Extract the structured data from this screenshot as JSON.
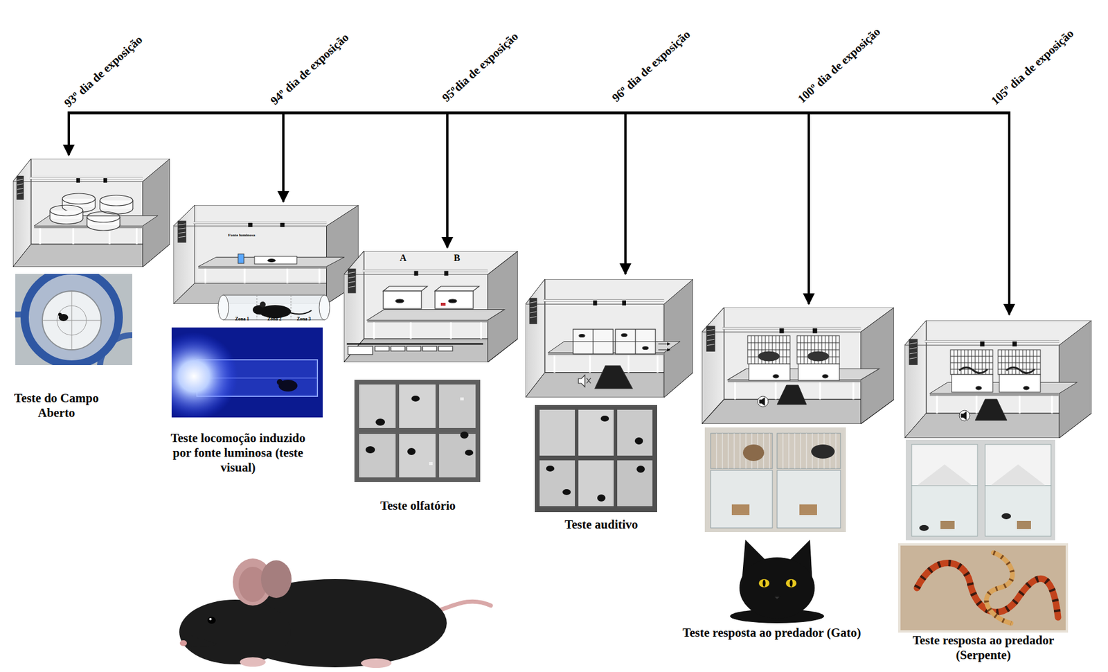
{
  "diagram": {
    "nodes": [
      {
        "text": [
          "Teste do Campo Aberto"
        ]
      },
      {
        "text": [
          "Teste locomoção induzido por fonte luminosa (teste visual)"
        ]
      },
      {
        "text": [
          "Teste olfatório"
        ]
      },
      {
        "text": [
          "Teste auditivo"
        ]
      },
      {
        "text": [
          "Teste resposta ao predador (Gato)"
        ]
      },
      {
        "text": [
          "Teste resposta ao predador (Serpente)"
        ]
      }
    ],
    "labels": [
      "93º dia de exposição",
      "94º dia de exposição",
      "95ºdia de exposição",
      "96º dia de exposição",
      "100º dia de exposição",
      "105º dia de exposição",
      "A",
      "B",
      "Fonte luminosa",
      "Zona 1",
      "Zona 2",
      "Zona 3"
    ]
  }
}
